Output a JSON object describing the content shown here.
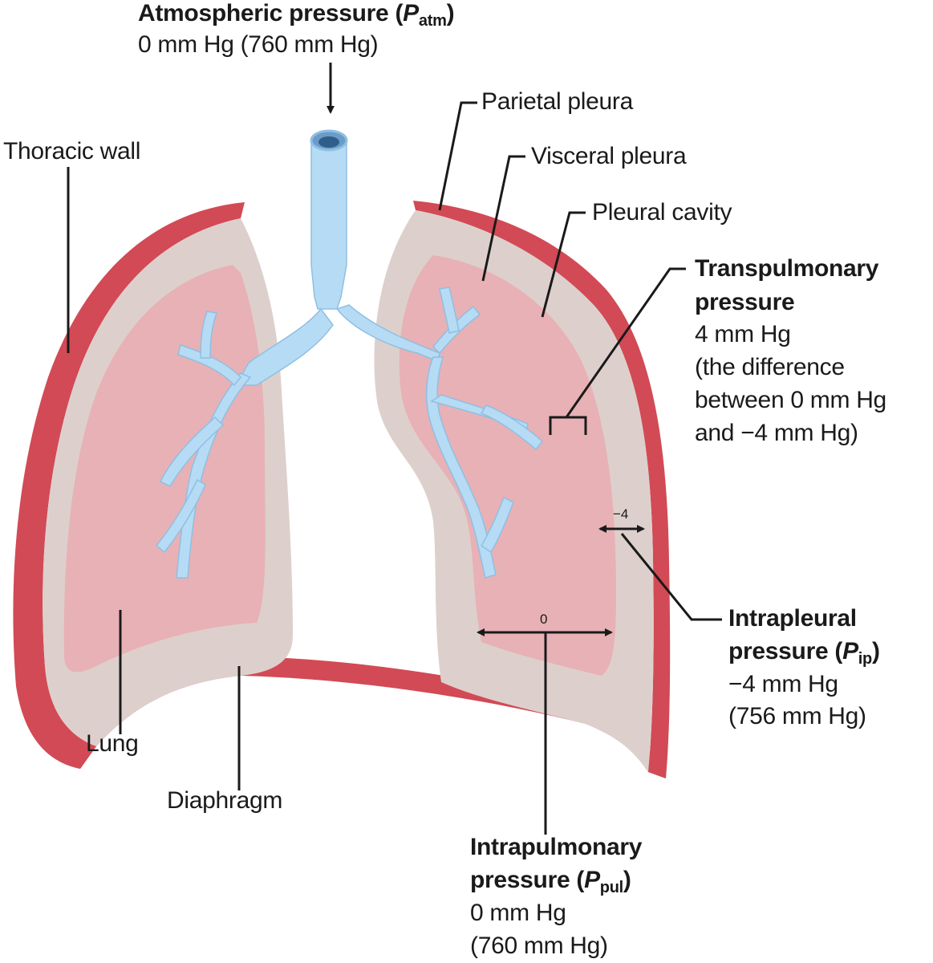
{
  "colors": {
    "wall": "#d24a55",
    "pleural_space": "#ddd0cc",
    "lung": "#e8b1b5",
    "airway": "#b6dbf4",
    "airway_edge": "#8fbfe3",
    "line": "#1a1a1a"
  },
  "labels": {
    "atm": {
      "title_pre": "Atmospheric pressure (",
      "symbol": "P",
      "sub": "atm",
      "title_post": ")",
      "value": "0 mm Hg (760 mm Hg)"
    },
    "parietal_pleura": "Parietal pleura",
    "visceral_pleura": "Visceral pleura",
    "thoracic_wall": "Thoracic wall",
    "pleural_cavity": "Pleural cavity",
    "transpulmonary": {
      "line1": "Transpulmonary",
      "line2": "pressure",
      "line3": "4 mm Hg",
      "line4": "(the difference",
      "line5": "between 0 mm Hg",
      "line6": "and −4 mm Hg)"
    },
    "intrapleural": {
      "line1": "Intrapleural",
      "line2_pre": "pressure (",
      "symbol": "P",
      "sub": "ip",
      "line2_post": ")",
      "line3": "−4 mm Hg",
      "line4": "(756 mm Hg)"
    },
    "lung": "Lung",
    "diaphragm": "Diaphragm",
    "intrapulmonary": {
      "line1": "Intrapulmonary",
      "line2_pre": "pressure (",
      "symbol": "P",
      "sub": "pul",
      "line2_post": ")",
      "line3": "0 mm Hg",
      "line4": "(760 mm Hg)"
    },
    "marker_intrapleural": "−4",
    "marker_intrapulmonary": "0"
  }
}
